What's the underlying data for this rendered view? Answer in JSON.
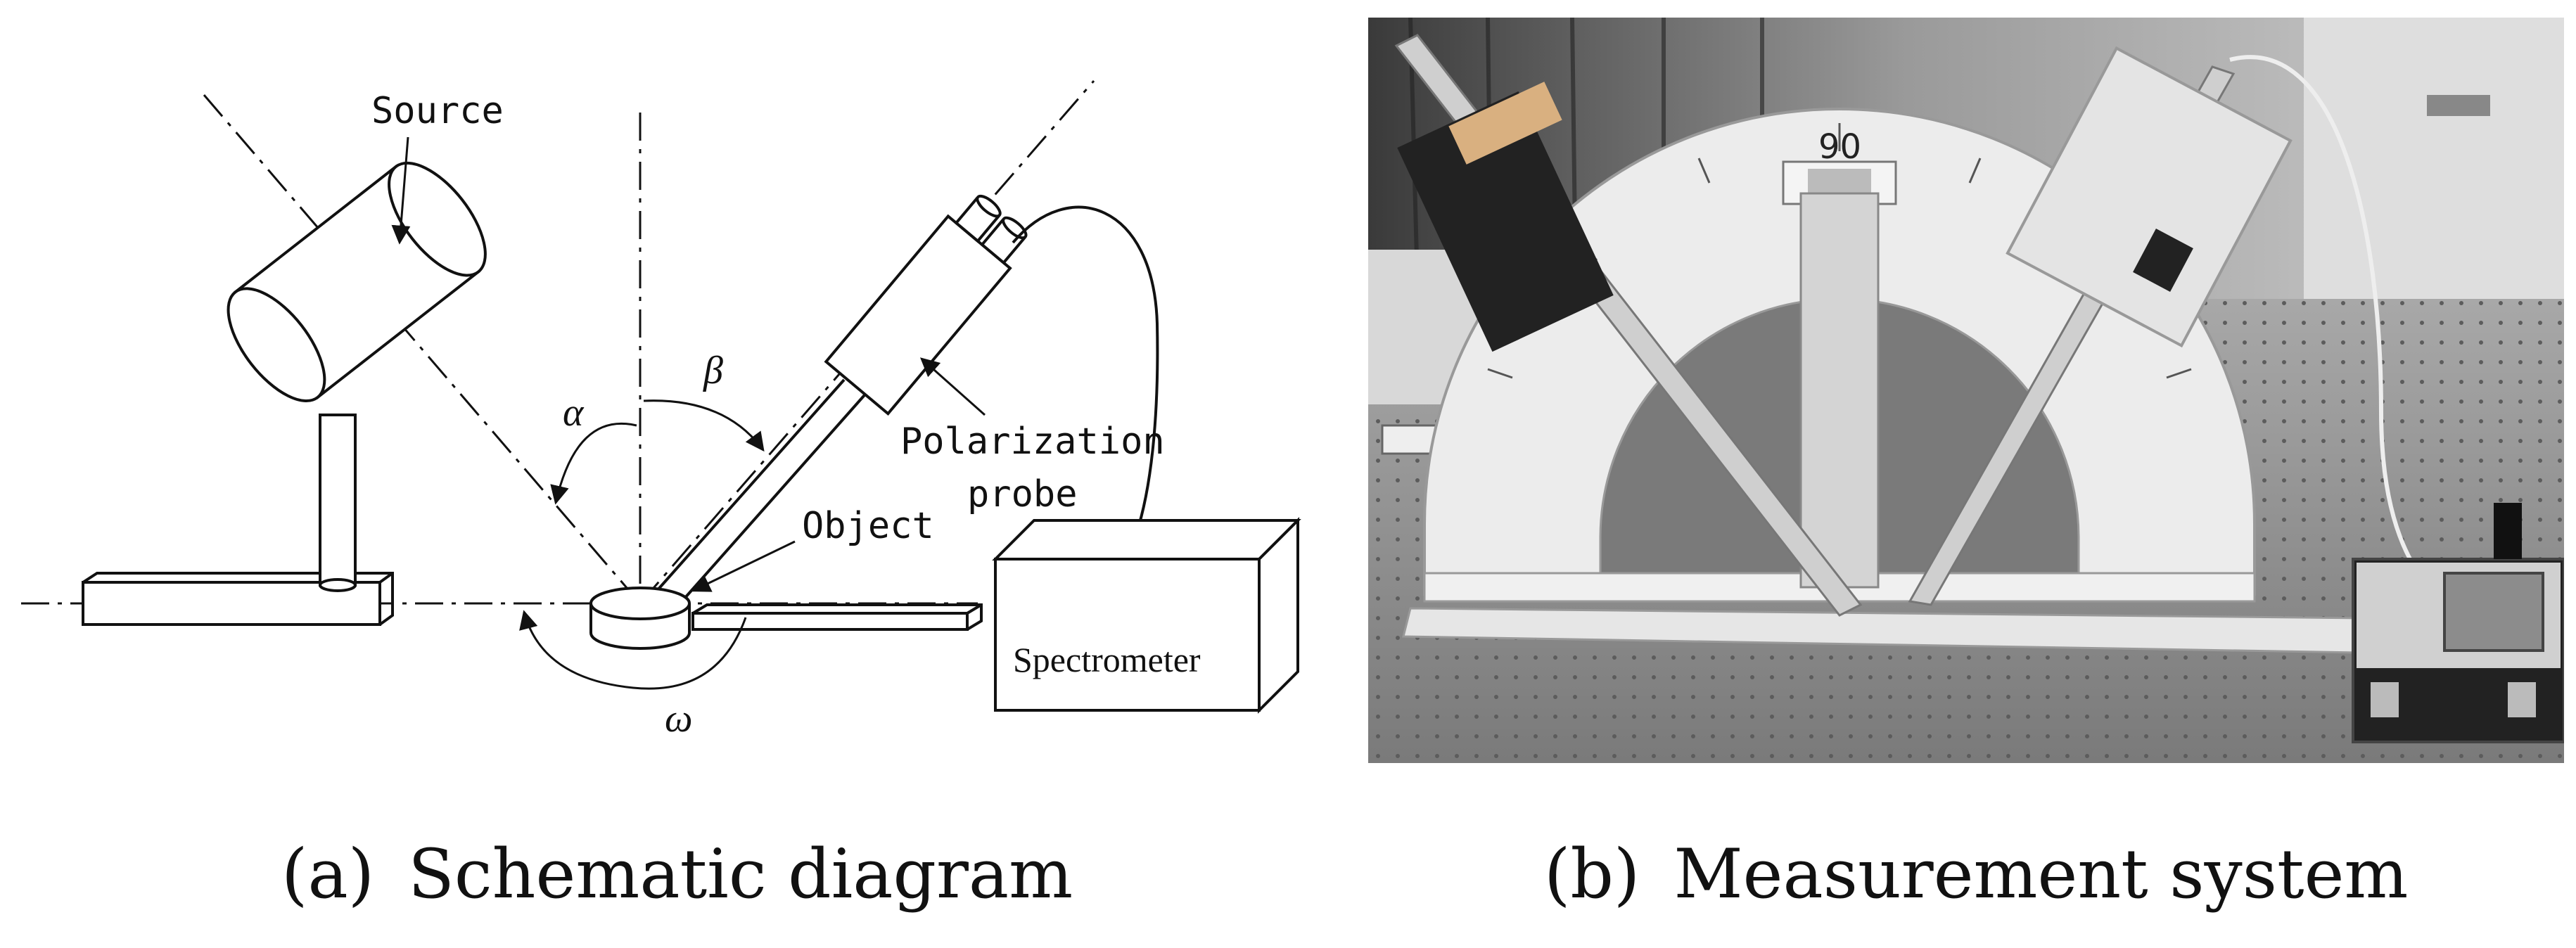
{
  "panel_a": {
    "labels": {
      "source": "Source",
      "alpha": "α",
      "beta": "β",
      "omega": "ω",
      "polarization": "Polarization",
      "probe": "probe",
      "object": "Object",
      "spectrometer": "Spectrometer"
    },
    "caption": {
      "tag": "(a)",
      "text": "Schematic diagram"
    }
  },
  "panel_b": {
    "protractor_reading": "90",
    "caption": {
      "tag": "(b)",
      "text": "Measurement system"
    }
  }
}
